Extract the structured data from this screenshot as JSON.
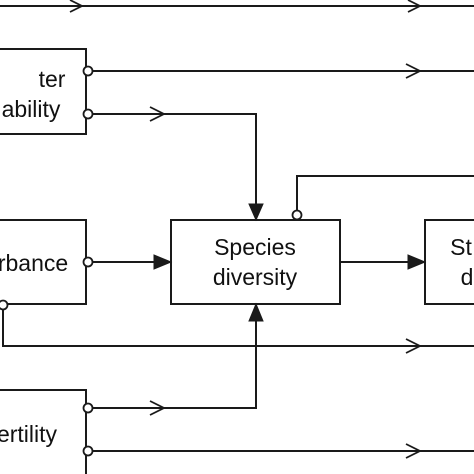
{
  "nodes": {
    "water_availability": [
      "ter",
      "ability"
    ],
    "disturbance": [
      "rbance"
    ],
    "species_diversity": [
      "Species",
      "diversity"
    ],
    "fertility": [
      "ertility"
    ],
    "right_node": [
      "St",
      "d"
    ]
  }
}
